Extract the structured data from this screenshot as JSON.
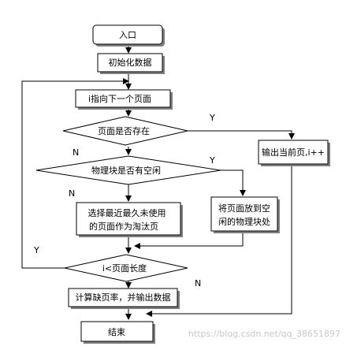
{
  "flowchart": {
    "start": "入口",
    "init": "初始化数据",
    "next_page": "i指向下一个页面",
    "page_exists": "页面是否存在",
    "output_page": "输出当前页,i++",
    "block_free": "物理块是否有空闲",
    "select_victim_line1": "选择最近最久未使用",
    "select_victim_line2": "的页面作为淘汰页",
    "put_page_line1": "将页面放到空",
    "put_page_line2": "闲的物理块处",
    "loop_check": "i<页面长度",
    "compute": "计算缺页率，并输出数据",
    "end": "结束"
  },
  "branch_labels": {
    "page_exists_yes": "Y",
    "page_exists_no": "N",
    "block_free_yes": "Y",
    "block_free_no": "N",
    "loop_yes": "Y",
    "loop_no": "N"
  },
  "watermark": "https://blog.csdn.net/qq_38651897"
}
